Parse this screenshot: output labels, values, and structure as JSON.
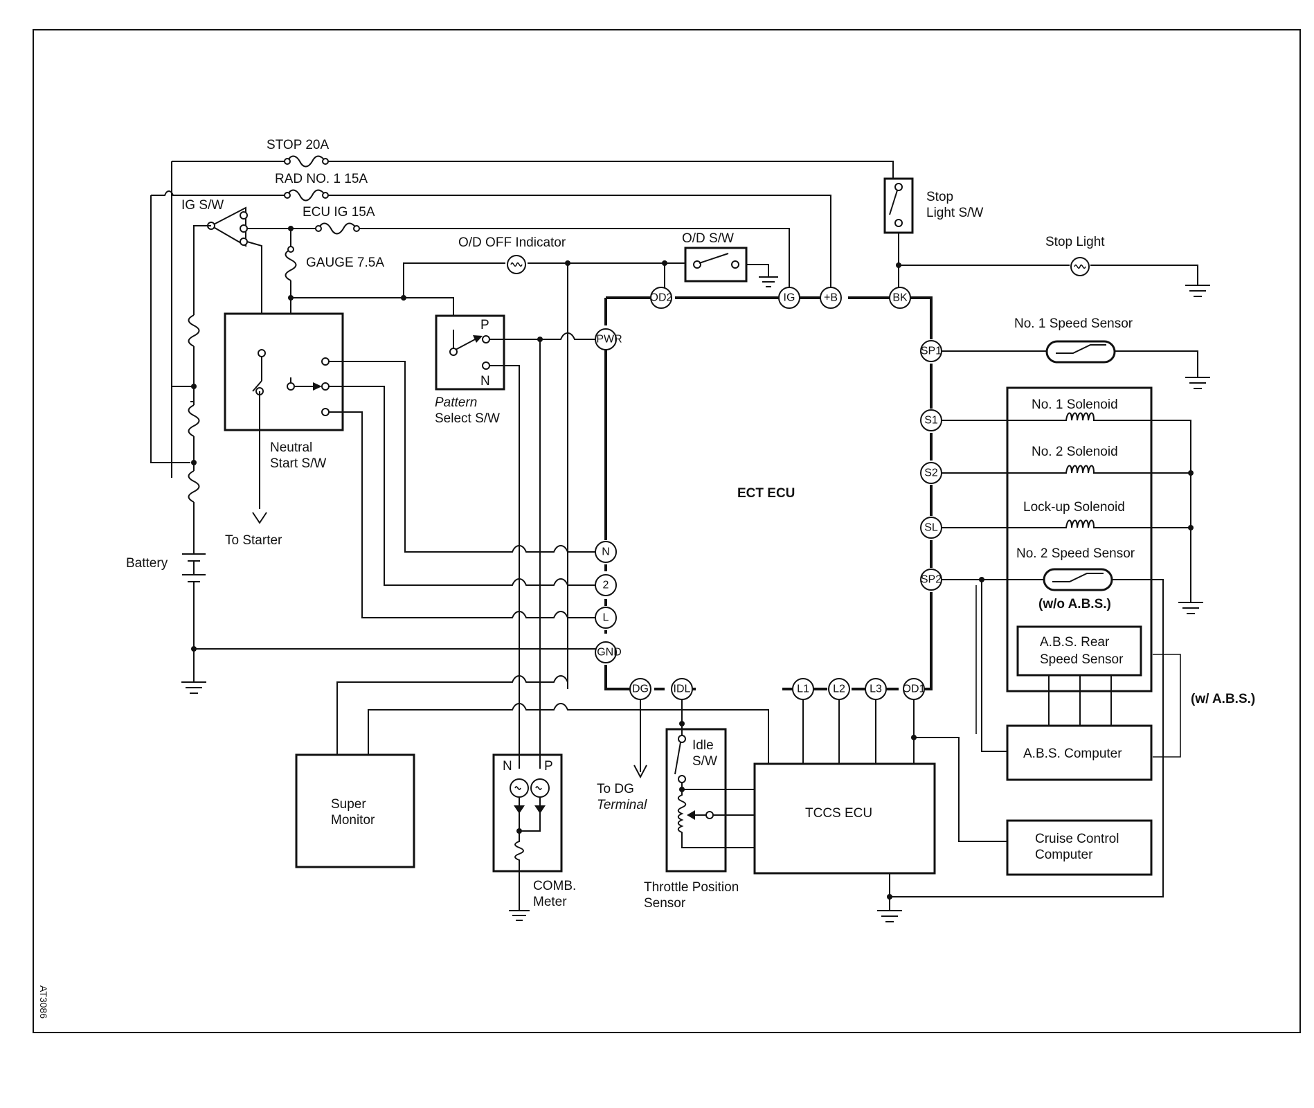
{
  "fuses": {
    "stop": "STOP 20A",
    "rad": "RAD NO. 1 15A",
    "ecu_ig": "ECU IG 15A",
    "gauge": "GAUGE 7.5A"
  },
  "labels": {
    "ig_sw": "IG S/W",
    "od_off_indicator": "O/D OFF Indicator",
    "od_sw": "O/D S/W",
    "stop_light_sw_1": "Stop",
    "stop_light_sw_2": "Light S/W",
    "stop_light": "Stop Light",
    "no1_speed_sensor": "No. 1 Speed Sensor",
    "no1_solenoid": "No. 1 Solenoid",
    "no2_solenoid": "No. 2 Solenoid",
    "lockup_solenoid": "Lock-up Solenoid",
    "no2_speed_sensor": "No. 2 Speed Sensor",
    "wo_abs": "(w/o A.B.S.)",
    "abs_rear_1": "A.B.S. Rear",
    "abs_rear_2": "Speed Sensor",
    "w_abs": "(w/ A.B.S.)",
    "abs_computer": "A.B.S. Computer",
    "cruise_1": "Cruise Control",
    "cruise_2": "Computer",
    "tccs_ecu": "TCCS ECU",
    "ect_ecu": "ECT  ECU",
    "neutral_start_1": "Neutral",
    "neutral_start_2": "Start S/W",
    "to_starter": "To Starter",
    "battery": "Battery",
    "pattern_1": "Pattern",
    "pattern_2": "Select S/W",
    "pattern_p": "P",
    "pattern_n": "N",
    "super_monitor_1": "Super",
    "super_monitor_2": "Monitor",
    "comb_meter_1": "COMB.",
    "comb_meter_2": "Meter",
    "comb_n": "N",
    "comb_p": "P",
    "to_dg_1": "To DG",
    "to_dg_2": "Terminal",
    "idle_sw_1": "Idle",
    "idle_sw_2": "S/W",
    "throttle_1": "Throttle Position",
    "throttle_2": "Sensor",
    "figure_code": "AT3086"
  },
  "terminals": {
    "od2": "OD2",
    "ig": "IG",
    "plus_b": "+B",
    "bk": "BK",
    "pwr": "PWR",
    "sp1": "SP1",
    "s1": "S1",
    "s2": "S2",
    "sl": "SL",
    "sp2": "SP2",
    "n": "N",
    "two": "2",
    "l": "L",
    "gnd": "GND",
    "dg": "DG",
    "idl": "IDL",
    "l1": "L1",
    "l2": "L2",
    "l3": "L3",
    "od1": "OD1"
  }
}
